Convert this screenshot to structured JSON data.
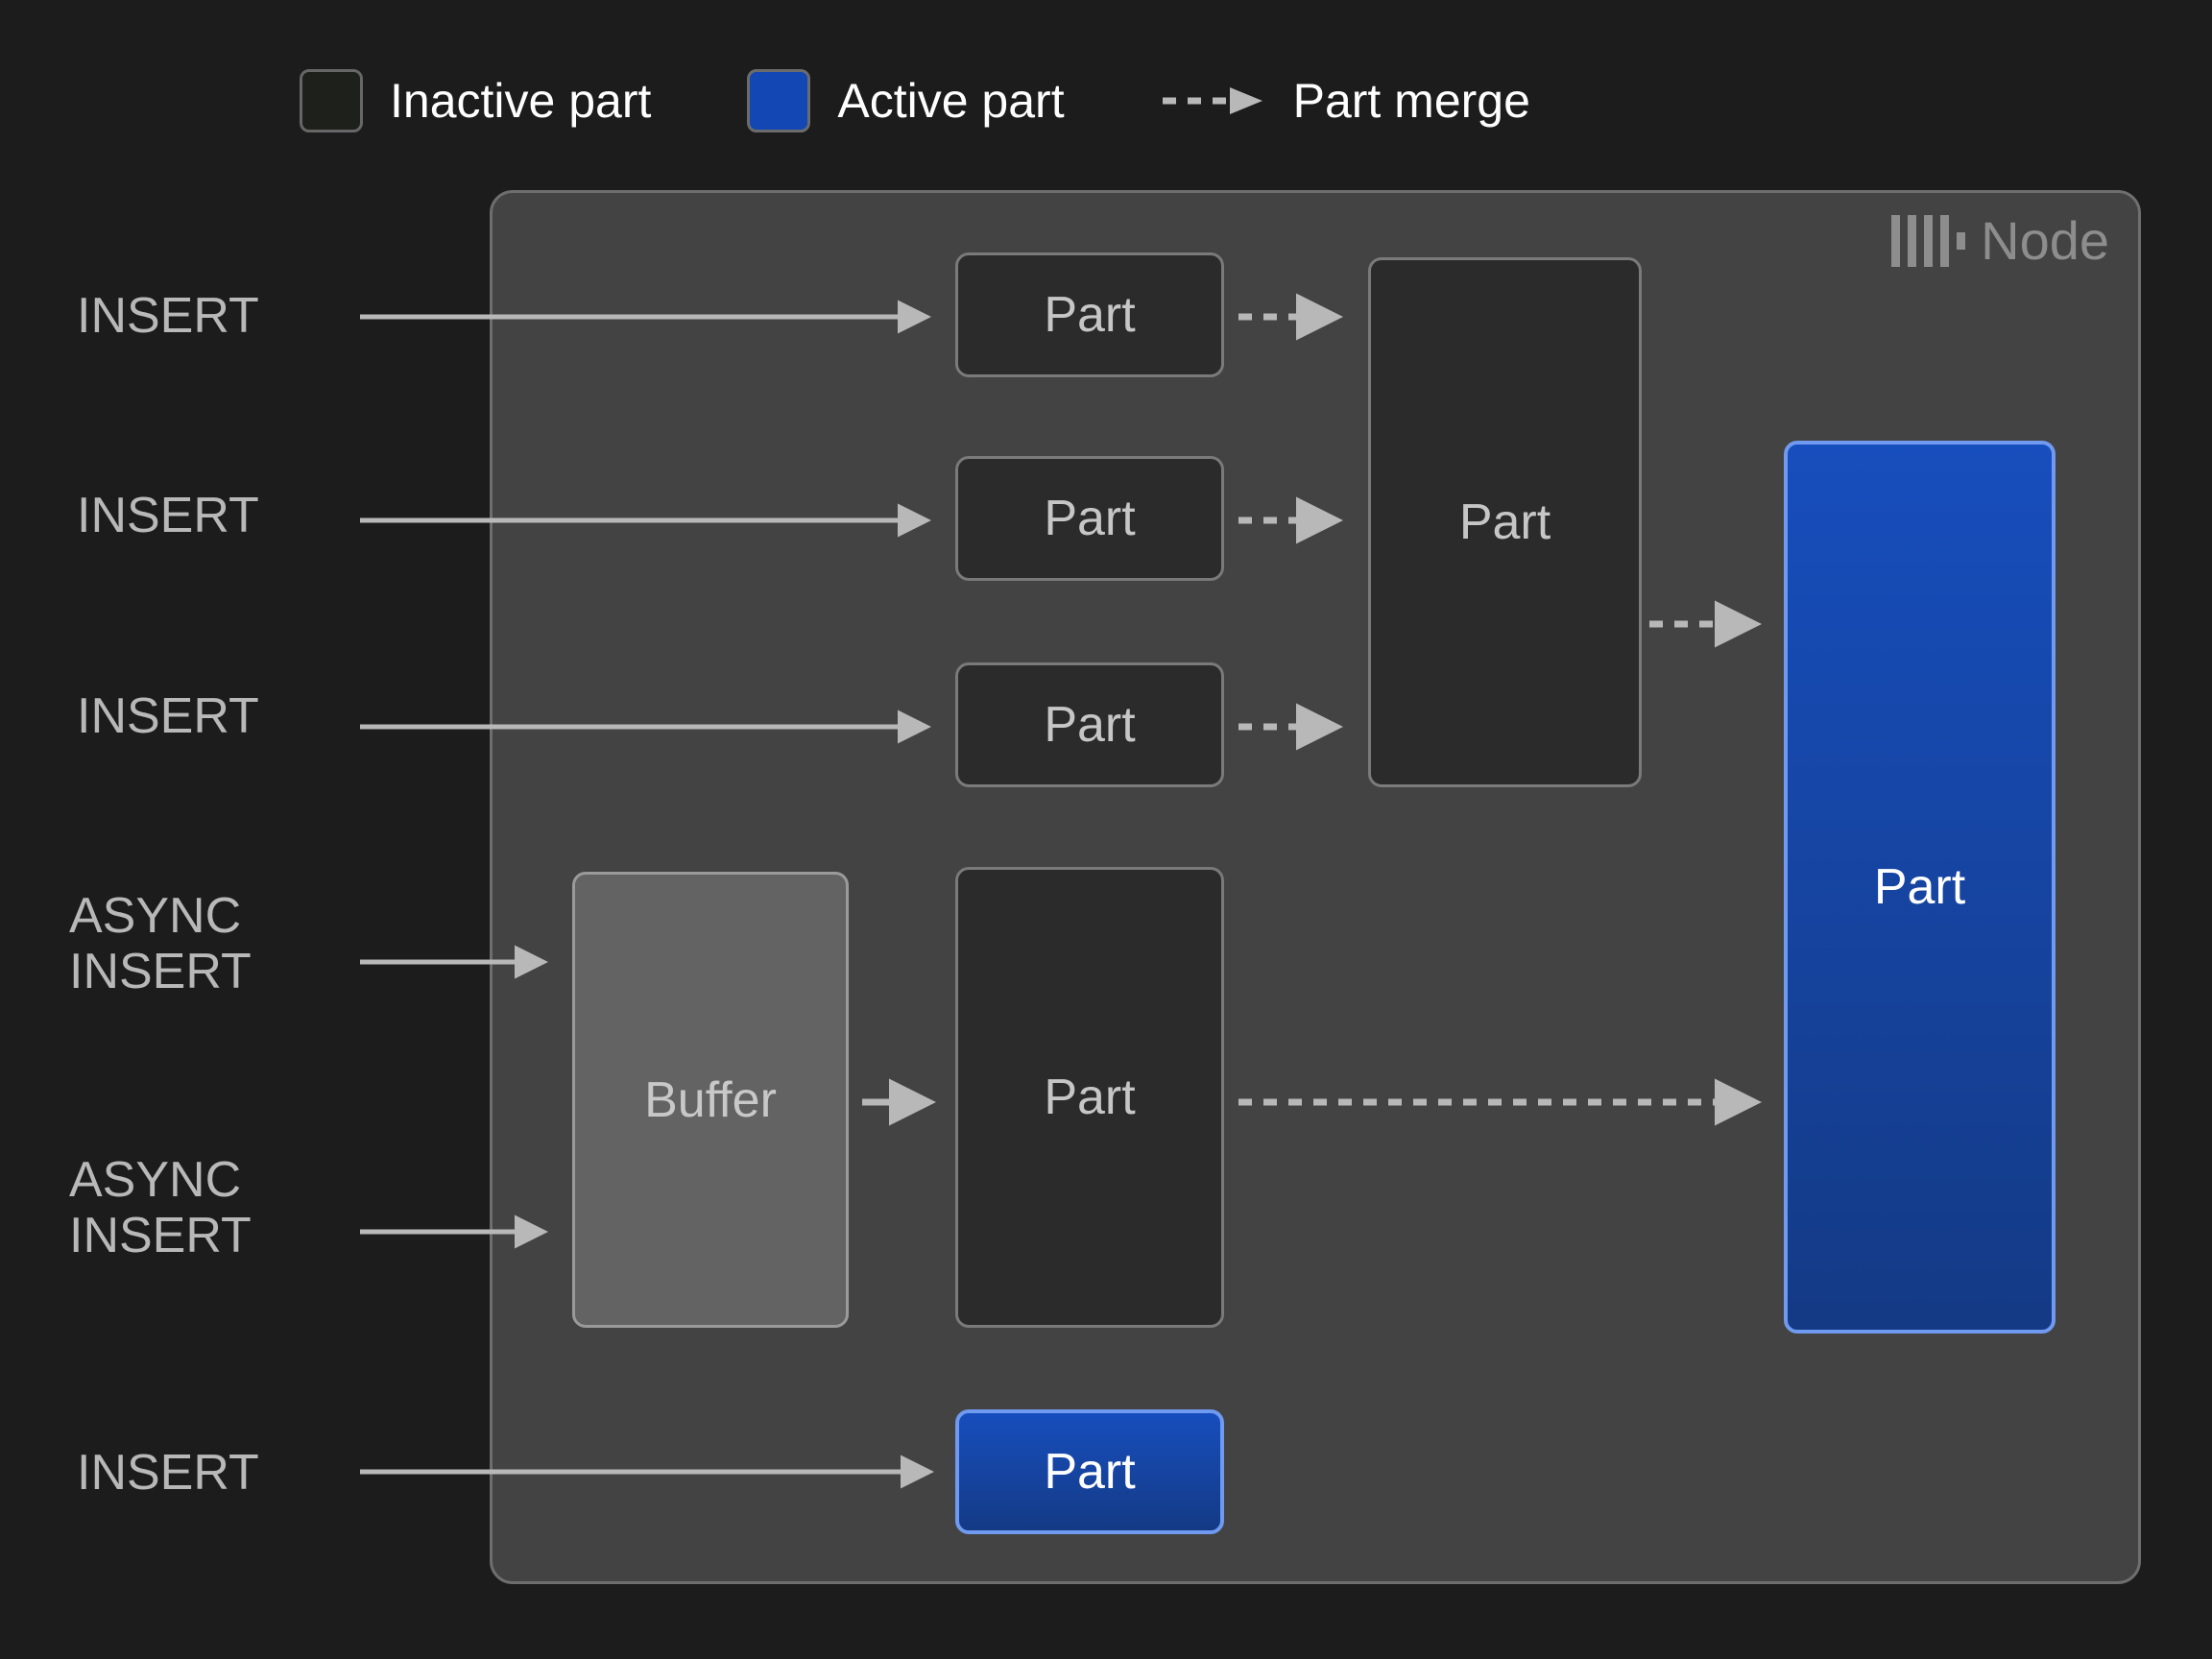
{
  "legend": {
    "items": [
      {
        "icon": "inactive-part-swatch",
        "label": "Inactive part",
        "color": "#1e201c"
      },
      {
        "icon": "active-part-swatch",
        "label": "Active part",
        "color": "#1347b4"
      },
      {
        "icon": "dashed-arrow-icon",
        "label": "Part merge",
        "color": "#b8b8b8"
      }
    ]
  },
  "node": {
    "title": "Node",
    "logo": "clickhouse-logo-icon",
    "background": "#434343",
    "border": "#6e6e6e"
  },
  "sources": [
    {
      "id": "insert-1",
      "label": "INSERT"
    },
    {
      "id": "insert-2",
      "label": "INSERT"
    },
    {
      "id": "insert-3",
      "label": "INSERT"
    },
    {
      "id": "async-insert-1",
      "label": "ASYNC\nINSERT"
    },
    {
      "id": "async-insert-2",
      "label": "ASYNC\nINSERT"
    },
    {
      "id": "insert-4",
      "label": "INSERT"
    }
  ],
  "boxes": {
    "part_1": {
      "label": "Part",
      "state": "inactive"
    },
    "part_2": {
      "label": "Part",
      "state": "inactive"
    },
    "part_3": {
      "label": "Part",
      "state": "inactive"
    },
    "merged_part": {
      "label": "Part",
      "state": "inactive"
    },
    "buffer": {
      "label": "Buffer",
      "state": "buffer"
    },
    "async_part": {
      "label": "Part",
      "state": "inactive"
    },
    "final_part": {
      "label": "Part",
      "state": "active"
    },
    "direct_part": {
      "label": "Part",
      "state": "active"
    }
  },
  "colors": {
    "page_background": "#1c1c1c",
    "node_background": "#434343",
    "inactive_fill": "#2b2b2b",
    "inactive_border": "#7a7a7a",
    "active_fill": "#1347b4",
    "active_border": "#6f9aef",
    "buffer_fill": "#636363",
    "buffer_border": "#9a9a9a",
    "arrow": "#b8b8b8",
    "text_primary": "#ffffff",
    "text_muted": "#b8b8b8"
  }
}
